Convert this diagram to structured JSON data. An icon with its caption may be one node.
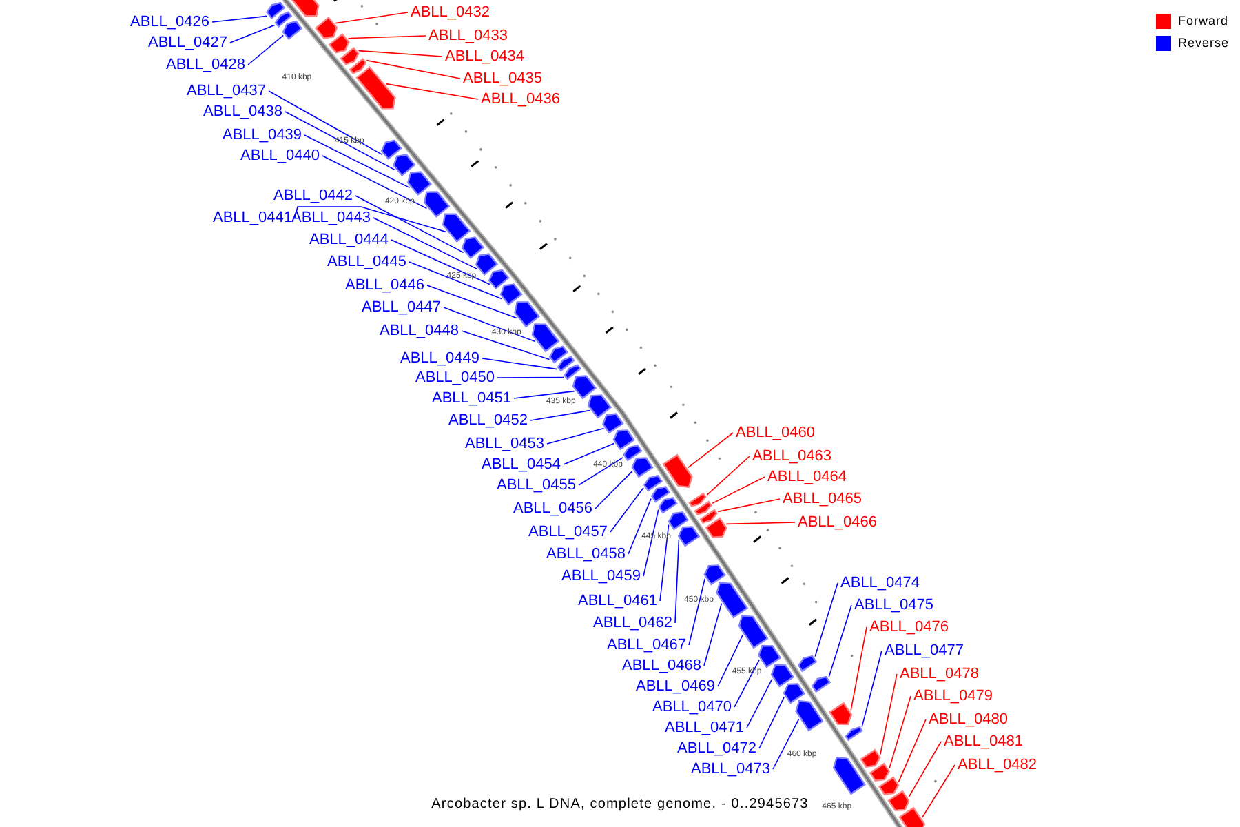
{
  "diagram": {
    "caption": "Arcobacter sp. L DNA, complete genome. - 0..2945673",
    "nodes": [
      {
        "text": [
          "ABLL_0426"
        ]
      },
      {
        "text": [
          "ABLL_0427"
        ]
      },
      {
        "text": [
          "ABLL_0428"
        ]
      },
      {
        "text": [
          "ABLL_0432"
        ]
      },
      {
        "text": [
          "ABLL_0433"
        ]
      },
      {
        "text": [
          "ABLL_0434"
        ]
      },
      {
        "text": [
          "ABLL_0435"
        ]
      },
      {
        "text": [
          "ABLL_0436"
        ]
      },
      {
        "text": [
          "ABLL_0437"
        ]
      },
      {
        "text": [
          "ABLL_0438"
        ]
      },
      {
        "text": [
          "ABLL_0439"
        ]
      },
      {
        "text": [
          "ABLL_0440"
        ]
      },
      {
        "text": [
          "ABLL_0441"
        ]
      },
      {
        "text": [
          "ABLL_0442"
        ]
      },
      {
        "text": [
          "ABLL_0443"
        ]
      },
      {
        "text": [
          "ABLL_0444"
        ]
      },
      {
        "text": [
          "ABLL_0445"
        ]
      },
      {
        "text": [
          "ABLL_0446"
        ]
      },
      {
        "text": [
          "ABLL_0447"
        ]
      },
      {
        "text": [
          "ABLL_0448"
        ]
      },
      {
        "text": [
          "ABLL_0449"
        ]
      },
      {
        "text": [
          "ABLL_0450"
        ]
      },
      {
        "text": [
          "ABLL_0451"
        ]
      },
      {
        "text": [
          "ABLL_0452"
        ]
      },
      {
        "text": [
          "ABLL_0453"
        ]
      },
      {
        "text": [
          "ABLL_0454"
        ]
      },
      {
        "text": [
          "ABLL_0455"
        ]
      },
      {
        "text": [
          "ABLL_0456"
        ]
      },
      {
        "text": [
          "ABLL_0457"
        ]
      },
      {
        "text": [
          "ABLL_0458"
        ]
      },
      {
        "text": [
          "ABLL_0459"
        ]
      },
      {
        "text": [
          "ABLL_0460"
        ]
      },
      {
        "text": [
          "ABLL_0461"
        ]
      },
      {
        "text": [
          "ABLL_0462"
        ]
      },
      {
        "text": [
          "ABLL_0463"
        ]
      },
      {
        "text": [
          "ABLL_0464"
        ]
      },
      {
        "text": [
          "ABLL_0465"
        ]
      },
      {
        "text": [
          "ABLL_0466"
        ]
      },
      {
        "text": [
          "ABLL_0467"
        ]
      },
      {
        "text": [
          "ABLL_0468"
        ]
      },
      {
        "text": [
          "ABLL_0469"
        ]
      },
      {
        "text": [
          "ABLL_0470"
        ]
      },
      {
        "text": [
          "ABLL_0471"
        ]
      },
      {
        "text": [
          "ABLL_0472"
        ]
      },
      {
        "text": [
          "ABLL_0473"
        ]
      },
      {
        "text": [
          "ABLL_0474"
        ]
      },
      {
        "text": [
          "ABLL_0475"
        ]
      },
      {
        "text": [
          "ABLL_0476"
        ]
      },
      {
        "text": [
          "ABLL_0477"
        ]
      },
      {
        "text": [
          "ABLL_0478"
        ]
      },
      {
        "text": [
          "ABLL_0479"
        ]
      },
      {
        "text": [
          "ABLL_0480"
        ]
      },
      {
        "text": [
          "ABLL_0481"
        ]
      },
      {
        "text": [
          "ABLL_0482"
        ]
      },
      {
        "text": [],
        "shape": "pentagon"
      },
      {
        "text": [],
        "shape": "pentagon"
      },
      {
        "text": [],
        "shape": "pentagon"
      },
      {
        "text": [],
        "shape": "pentagon"
      },
      {
        "text": [],
        "shape": "pentagon"
      },
      {
        "text": [],
        "shape": "pentagon"
      },
      {
        "text": [],
        "shape": "pentagon"
      },
      {
        "text": [],
        "shape": "pentagon"
      },
      {
        "text": [],
        "shape": "pentagon"
      },
      {
        "text": [],
        "shape": "pentagon"
      },
      {
        "text": [],
        "shape": "pentagon"
      },
      {
        "text": [],
        "shape": "pentagon"
      },
      {
        "text": [],
        "shape": "pentagon"
      },
      {
        "text": [],
        "shape": "pentagon"
      },
      {
        "text": [],
        "shape": "pentagon"
      },
      {
        "text": [],
        "shape": "pentagon"
      },
      {
        "text": [],
        "shape": "pentagon"
      },
      {
        "text": [],
        "shape": "pentagon"
      },
      {
        "text": [],
        "shape": "pentagon"
      },
      {
        "text": [],
        "shape": "pentagon"
      },
      {
        "text": [],
        "shape": "pentagon"
      },
      {
        "text": [],
        "shape": "pentagon"
      },
      {
        "text": [],
        "shape": "pentagon"
      },
      {
        "text": [],
        "shape": "pentagon"
      },
      {
        "text": [],
        "shape": "pentagon"
      },
      {
        "text": [],
        "shape": "pentagon"
      },
      {
        "text": [],
        "shape": "pentagon"
      },
      {
        "text": [],
        "shape": "pentagon"
      },
      {
        "text": [],
        "shape": "pentagon"
      },
      {
        "text": [],
        "shape": "pentagon"
      },
      {
        "text": [],
        "shape": "pentagon"
      },
      {
        "text": [],
        "shape": "pentagon"
      },
      {
        "text": [],
        "shape": "pentagon"
      },
      {
        "text": [],
        "shape": "pentagon"
      },
      {
        "text": [],
        "shape": "pentagon"
      },
      {
        "text": [],
        "shape": "pentagon"
      },
      {
        "text": [],
        "shape": "pentagon"
      },
      {
        "text": [],
        "shape": "pentagon"
      },
      {
        "text": [],
        "shape": "pentagon"
      },
      {
        "text": [],
        "shape": "pentagon"
      },
      {
        "text": [],
        "shape": "pentagon"
      },
      {
        "text": [],
        "shape": "pentagon"
      },
      {
        "text": [],
        "shape": "pentagon"
      },
      {
        "text": [],
        "shape": "pentagon"
      },
      {
        "text": [],
        "shape": "pentagon"
      },
      {
        "text": [],
        "shape": "pentagon"
      },
      {
        "text": [],
        "shape": "pentagon"
      },
      {
        "text": [],
        "shape": "pentagon"
      },
      {
        "text": [],
        "shape": "pentagon"
      },
      {
        "text": [],
        "shape": "pentagon"
      },
      {
        "text": [],
        "shape": "pentagon"
      },
      {
        "text": [],
        "shape": "pentagon"
      },
      {
        "text": [],
        "shape": "pentagon"
      },
      {
        "text": [],
        "shape": "pentagon"
      },
      {
        "text": [],
        "shape": "pentagon"
      },
      {
        "text": [],
        "shape": "pentagon"
      }
    ],
    "edges": [
      {
        "from": 0,
        "to": 54,
        "arrow": "none"
      },
      {
        "from": 1,
        "to": 56,
        "arrow": "none"
      },
      {
        "from": 2,
        "to": 57,
        "arrow": "none"
      },
      {
        "from": 3,
        "to": 58,
        "arrow": "none",
        "color": "#ff0000"
      },
      {
        "from": 4,
        "to": 59,
        "arrow": "none",
        "color": "#ff0000"
      },
      {
        "from": 5,
        "to": 60,
        "arrow": "none",
        "color": "#ff0000"
      },
      {
        "from": 6,
        "to": 61,
        "arrow": "none",
        "color": "#ff0000"
      },
      {
        "from": 7,
        "to": 62,
        "arrow": "none",
        "color": "#ff0000"
      },
      {
        "from": 8,
        "to": 63,
        "arrow": "none"
      },
      {
        "from": 9,
        "to": 64,
        "arrow": "none"
      },
      {
        "from": 10,
        "to": 65,
        "arrow": "none"
      },
      {
        "from": 11,
        "to": 66,
        "arrow": "none"
      },
      {
        "from": 12,
        "to": 67,
        "arrow": "none"
      },
      {
        "from": 13,
        "to": 68,
        "arrow": "none"
      },
      {
        "from": 14,
        "to": 69,
        "arrow": "none"
      },
      {
        "from": 15,
        "to": 70,
        "arrow": "none"
      },
      {
        "from": 16,
        "to": 71,
        "arrow": "none"
      },
      {
        "from": 17,
        "to": 72,
        "arrow": "none"
      },
      {
        "from": 18,
        "to": 73,
        "arrow": "none"
      },
      {
        "from": 19,
        "to": 74,
        "arrow": "none"
      },
      {
        "from": 20,
        "to": 75,
        "arrow": "none"
      },
      {
        "from": 21,
        "to": 76,
        "arrow": "none"
      },
      {
        "from": 22,
        "to": 77,
        "arrow": "none"
      },
      {
        "from": 23,
        "to": 78,
        "arrow": "none"
      },
      {
        "from": 24,
        "to": 79,
        "arrow": "none"
      },
      {
        "from": 25,
        "to": 80,
        "arrow": "none"
      },
      {
        "from": 26,
        "to": 81,
        "arrow": "none"
      },
      {
        "from": 27,
        "to": 82,
        "arrow": "none"
      },
      {
        "from": 28,
        "to": 84,
        "arrow": "none"
      },
      {
        "from": 29,
        "to": 85,
        "arrow": "none"
      },
      {
        "from": 30,
        "to": 86,
        "arrow": "none"
      },
      {
        "from": 31,
        "to": 83,
        "arrow": "none",
        "color": "#ff0000"
      },
      {
        "from": 32,
        "to": 87,
        "arrow": "none"
      },
      {
        "from": 33,
        "to": 90,
        "arrow": "none"
      },
      {
        "from": 34,
        "to": 88,
        "arrow": "none",
        "color": "#ff0000"
      },
      {
        "from": 35,
        "to": 89,
        "arrow": "none",
        "color": "#ff0000"
      },
      {
        "from": 36,
        "to": 91,
        "arrow": "none",
        "color": "#ff0000"
      },
      {
        "from": 37,
        "to": 92,
        "arrow": "none",
        "color": "#ff0000"
      },
      {
        "from": 38,
        "to": 93,
        "arrow": "none"
      },
      {
        "from": 39,
        "to": 94,
        "arrow": "none"
      },
      {
        "from": 40,
        "to": 95,
        "arrow": "none"
      },
      {
        "from": 41,
        "to": 96,
        "arrow": "none"
      },
      {
        "from": 42,
        "to": 97,
        "arrow": "none"
      },
      {
        "from": 43,
        "to": 99,
        "arrow": "none"
      },
      {
        "from": 44,
        "to": 101,
        "arrow": "none"
      },
      {
        "from": 45,
        "to": 98,
        "arrow": "none"
      },
      {
        "from": 46,
        "to": 100,
        "arrow": "none"
      },
      {
        "from": 47,
        "to": 102,
        "arrow": "none",
        "color": "#ff0000"
      },
      {
        "from": 48,
        "to": 103,
        "arrow": "none"
      },
      {
        "from": 49,
        "to": 105,
        "arrow": "none",
        "color": "#ff0000"
      },
      {
        "from": 50,
        "to": 106,
        "arrow": "none",
        "color": "#ff0000"
      },
      {
        "from": 51,
        "to": 107,
        "arrow": "none",
        "color": "#ff0000"
      },
      {
        "from": 52,
        "to": 108,
        "arrow": "none",
        "color": "#ff0000"
      },
      {
        "from": 53,
        "to": 109,
        "arrow": "none",
        "color": "#ff0000"
      }
    ],
    "labels": [
      "410 kbp",
      "415 kbp",
      "420 kbp",
      "425 kbp",
      "430 kbp",
      "435 kbp",
      "440 kbp",
      "445 kbp",
      "450 kbp",
      "455 kbp",
      "460 kbp",
      "465 kbp"
    ],
    "legend": [
      {
        "text": "Forward",
        "color": "#ff0000"
      },
      {
        "text": "Reverse",
        "color": "#0000ff"
      }
    ]
  }
}
